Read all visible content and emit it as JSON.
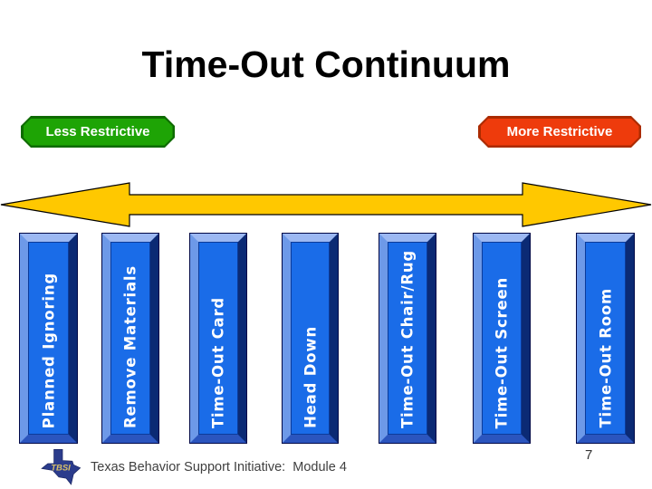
{
  "slide": {
    "title": "Time-Out Continuum",
    "page_number": "7"
  },
  "scale_labels": {
    "less": "Less Restrictive",
    "more": "More Restrictive"
  },
  "bars": [
    {
      "label": "Planned Ignoring"
    },
    {
      "label": "Remove Materials"
    },
    {
      "label": "Time-Out Card"
    },
    {
      "label": "Head Down"
    },
    {
      "label": "Time-Out Chair/Rug"
    },
    {
      "label": "Time-Out Screen"
    },
    {
      "label": "Time-Out Room"
    }
  ],
  "footer": {
    "logo_text": "TBSI",
    "text": "Texas Behavior Support Initiative:  Module 4"
  },
  "colors": {
    "title": "#000000",
    "less_badge": "#1EA405",
    "less_badge_border": "#0E6B00",
    "more_badge": "#EE3B0C",
    "more_badge_border": "#AB2B00",
    "arrow_fill": "#FFC800",
    "bar_face": "#1A6CE8",
    "bar_text": "#FFFFFF"
  }
}
